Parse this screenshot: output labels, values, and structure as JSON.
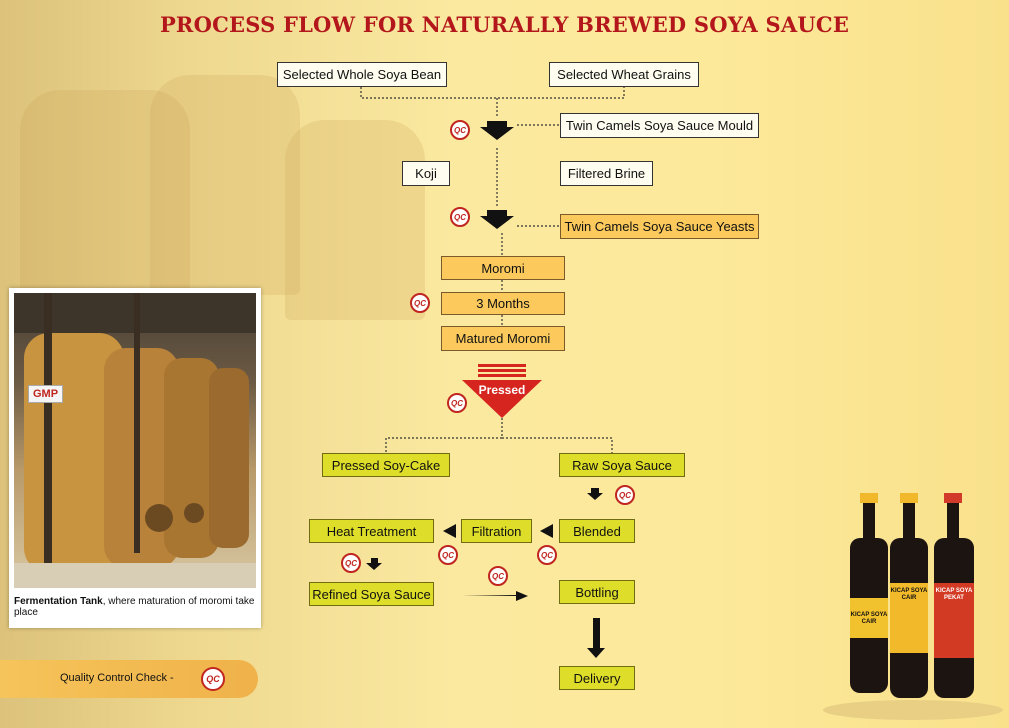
{
  "title": "PROCESS FLOW FOR NATURALLY BREWED SOYA SAUCE",
  "qc_label": "QC",
  "steps": {
    "soya_bean": "Selected Whole Soya Bean",
    "wheat": "Selected Wheat Grains",
    "mould": "Twin Camels Soya Sauce Mould",
    "koji": "Koji",
    "brine": "Filtered Brine",
    "yeasts": "Twin Camels Soya Sauce Yeasts",
    "moromi": "Moromi",
    "months": "3 Months",
    "matured": "Matured Moromi",
    "pressed": "Pressed",
    "soy_cake": "Pressed Soy-Cake",
    "raw": "Raw Soya Sauce",
    "heat": "Heat Treatment",
    "filtration": "Filtration",
    "blended": "Blended",
    "refined": "Refined Soya Sauce",
    "bottling": "Bottling",
    "delivery": "Delivery"
  },
  "photo": {
    "sign": "GMP",
    "caption_bold": "Fermentation Tank",
    "caption_rest": ", where maturation of moromi take place"
  },
  "legend": {
    "label": "Quality Control Check -"
  },
  "products": {
    "bottle1": "KICAP SOYA CAIR",
    "bottle2": "KICAP SOYA CAIR",
    "bottle3": "KICAP SOYA PEKAT"
  },
  "colors": {
    "title": "#b3171b",
    "orange_box": "#fbc95c",
    "yellow_box": "#dede2a",
    "qc_red": "#c0261f"
  }
}
